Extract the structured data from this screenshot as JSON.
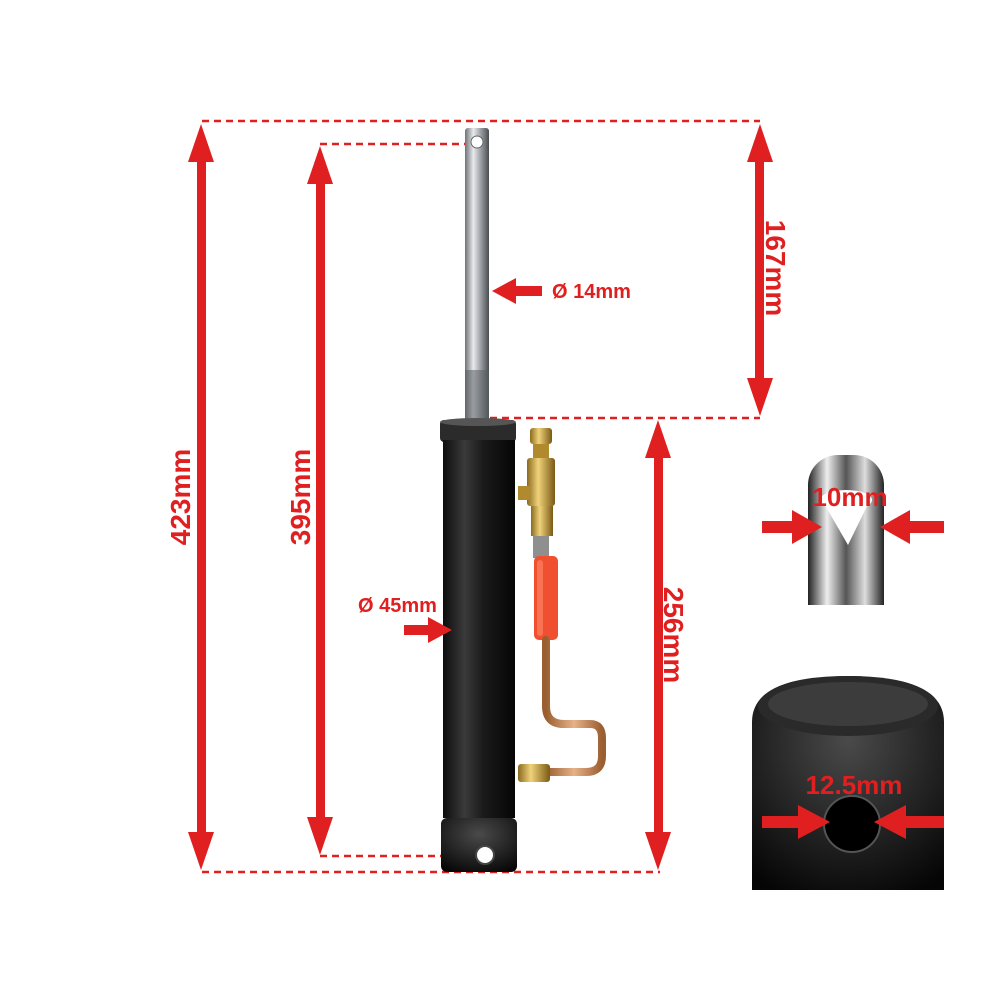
{
  "colors": {
    "dimension": "#e02020",
    "cylinder": "#1c1c1c",
    "rod": "#b8bcc0",
    "brass": "#c9a23a",
    "copper": "#c98a55",
    "handle": "#f05030"
  },
  "dimensions": {
    "overall_length": "423mm",
    "stroke_length": "395mm",
    "rod_extension": "167mm",
    "body_length": "256mm",
    "rod_diameter": "Ø 14mm",
    "body_diameter": "Ø 45mm"
  },
  "details": {
    "rod_eye_hole": "10mm",
    "base_eye_hole": "12.5mm"
  }
}
